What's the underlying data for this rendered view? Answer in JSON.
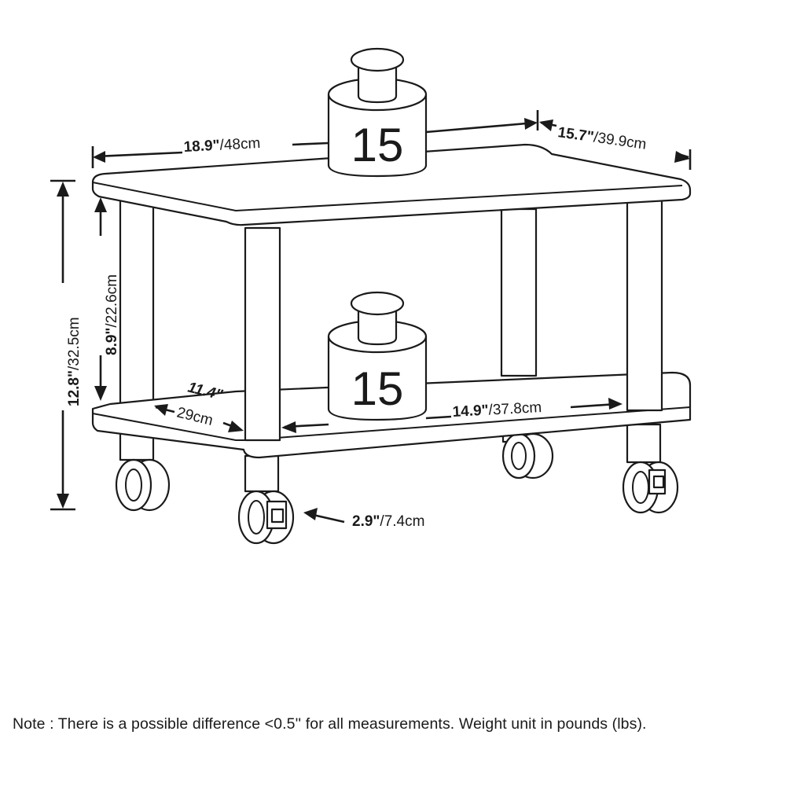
{
  "dimensions": {
    "width_in": "18.9\"",
    "width_cm": "/48cm",
    "depth_in": "15.7\"",
    "depth_cm": "/39.9cm",
    "height_in": "12.8\"",
    "height_cm": "/32.5cm",
    "shelf_gap_in": "8.9\"",
    "shelf_gap_cm": "/22.6cm",
    "inner_depth_in": "11.4\"",
    "inner_depth_cm": "29cm",
    "inner_width_in": "14.9\"",
    "inner_width_cm": "/37.8cm",
    "caster_in": "2.9\"",
    "caster_cm": "/7.4cm"
  },
  "weights": {
    "top_shelf": "15",
    "bottom_shelf": "15"
  },
  "note": "Note : There is a possible difference <0.5'' for all measurements. Weight unit in pounds (lbs)."
}
